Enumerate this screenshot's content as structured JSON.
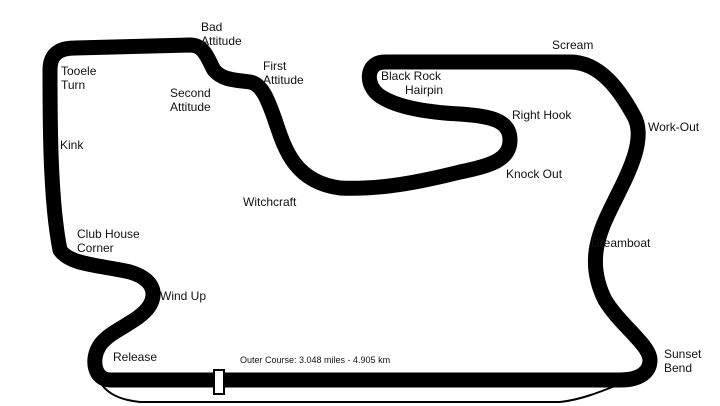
{
  "corners": {
    "bad_attitude": [
      "Bad",
      "Attitude"
    ],
    "tooele_turn": [
      "Tooele",
      "Turn"
    ],
    "first_attitude": [
      "First",
      "Attitude"
    ],
    "second_attitude": [
      "Second",
      "Attitude"
    ],
    "black_rock_hairpin": [
      "Black Rock",
      "Hairpin"
    ],
    "scream": "Scream",
    "right_hook": "Right Hook",
    "work_out": "Work-Out",
    "kink": "Kink",
    "knock_out": "Knock Out",
    "witchcraft": "Witchcraft",
    "club_house_corner": [
      "Club House",
      "Corner"
    ],
    "dreamboat": "Dreamboat",
    "wind_up": "Wind Up",
    "release": "Release",
    "sunset_bend": [
      "Sunset",
      "Bend"
    ]
  },
  "course_info": "Outer Course: 3.048 miles - 4.905 km",
  "colors": {
    "track": "#000000",
    "start_line": "#ffffff",
    "background": "#ffffff"
  }
}
